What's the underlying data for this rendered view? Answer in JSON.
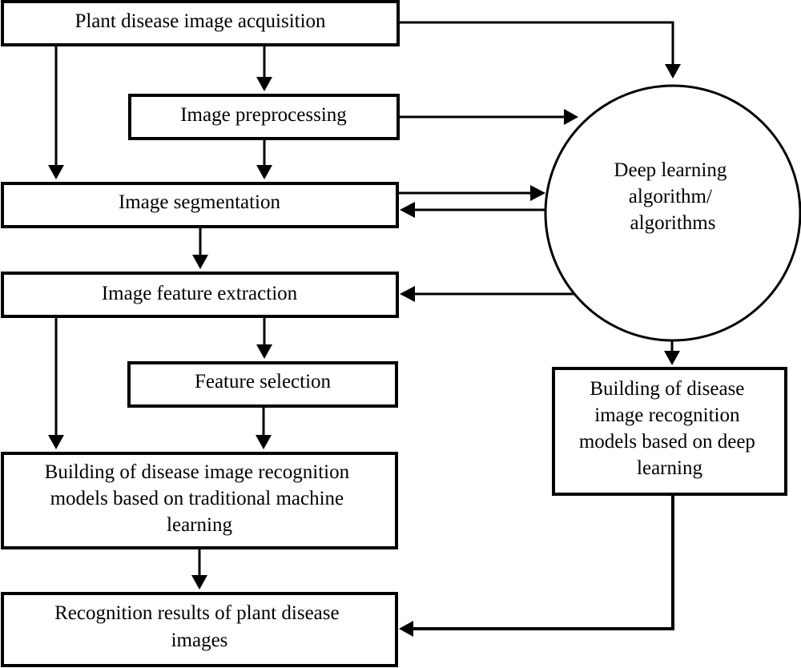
{
  "diagram": {
    "type": "flowchart",
    "nodes": {
      "acquisition": {
        "lines": [
          "Plant disease image acquisition"
        ]
      },
      "preprocessing": {
        "lines": [
          "Image preprocessing"
        ]
      },
      "segmentation": {
        "lines": [
          "Image segmentation"
        ]
      },
      "feature_extraction": {
        "lines": [
          "Image feature extraction"
        ]
      },
      "feature_selection": {
        "lines": [
          "Feature selection"
        ]
      },
      "traditional_ml_models": {
        "lines": [
          "Building of disease image recognition",
          "models based on traditional machine",
          "learning"
        ]
      },
      "results": {
        "lines": [
          "Recognition results of plant disease",
          "images"
        ]
      },
      "deep_learning_algorithms": {
        "lines": [
          "Deep learning",
          "algorithm/",
          "algorithms"
        ]
      },
      "deep_learning_models": {
        "lines": [
          "Building of disease",
          "image recognition",
          "models based on deep",
          "learning"
        ]
      }
    },
    "edges": [
      {
        "from": "acquisition",
        "to": "preprocessing"
      },
      {
        "from": "acquisition",
        "to": "segmentation"
      },
      {
        "from": "acquisition",
        "to": "deep_learning_algorithms"
      },
      {
        "from": "preprocessing",
        "to": "segmentation"
      },
      {
        "from": "preprocessing",
        "to": "deep_learning_algorithms"
      },
      {
        "from": "segmentation",
        "to": "deep_learning_algorithms"
      },
      {
        "from": "deep_learning_algorithms",
        "to": "segmentation"
      },
      {
        "from": "segmentation",
        "to": "feature_extraction"
      },
      {
        "from": "deep_learning_algorithms",
        "to": "feature_extraction"
      },
      {
        "from": "deep_learning_algorithms",
        "to": "deep_learning_models"
      },
      {
        "from": "feature_extraction",
        "to": "feature_selection"
      },
      {
        "from": "feature_extraction",
        "to": "traditional_ml_models"
      },
      {
        "from": "feature_selection",
        "to": "traditional_ml_models"
      },
      {
        "from": "traditional_ml_models",
        "to": "results"
      },
      {
        "from": "deep_learning_models",
        "to": "results"
      }
    ]
  }
}
